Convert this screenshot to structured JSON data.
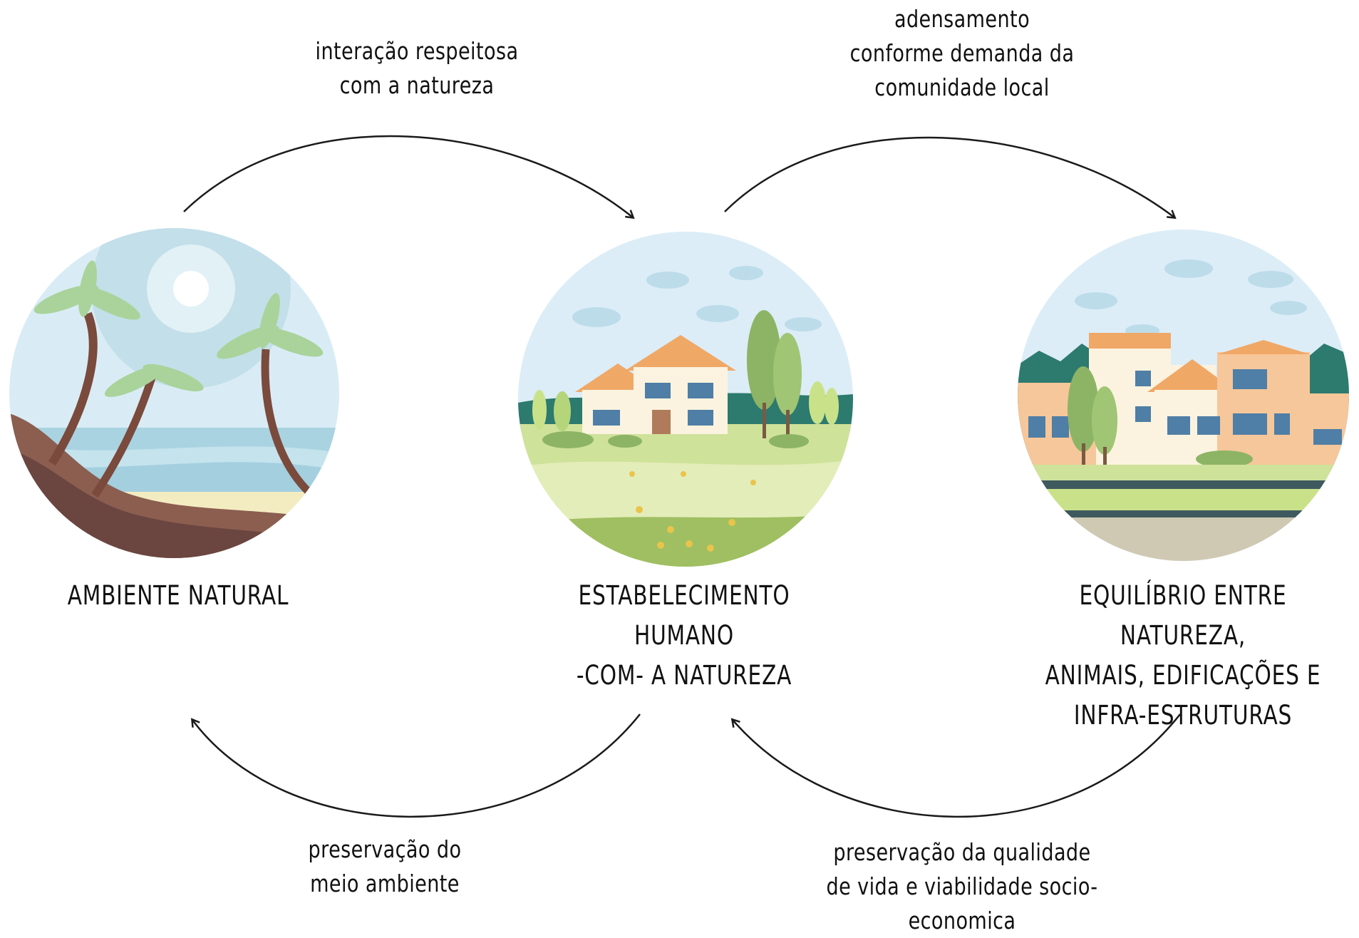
{
  "stages": [
    {
      "label": "AMBIENTE NATURAL",
      "illustration": "palm-beach"
    },
    {
      "label_lines": [
        "ESTABELECIMENTO HUMANO",
        "-COM- A NATUREZA"
      ],
      "illustration": "house-countryside"
    },
    {
      "label_lines": [
        "EQUILÍBRIO ENTRE NATUREZA,",
        "ANIMAIS, EDIFICAÇÕES E",
        "INFRA-ESTRUTURAS"
      ],
      "illustration": "town-street"
    }
  ],
  "arrows": {
    "top_left": [
      "interação respeitosa",
      "com a natureza"
    ],
    "top_right": [
      "adensamento",
      "conforme demanda da",
      "comunidade local"
    ],
    "bottom_left": [
      "preservação do",
      "meio ambiente"
    ],
    "bottom_right": [
      "preservação da qualidade",
      "de vida e viabilidade socio-",
      "economica"
    ]
  },
  "colors": {
    "sky": "#d7eaf6",
    "arrow": "#1a1a1a",
    "grass": "#c9df8a",
    "sea": "#8fc3d6"
  }
}
